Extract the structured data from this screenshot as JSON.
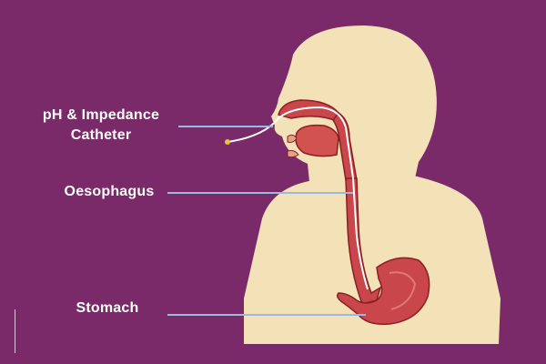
{
  "labels": {
    "catheter_line1": "pH & Impedance",
    "catheter_line2": "Catheter",
    "oesophagus": "Oesophagus",
    "stomach": "Stomach"
  },
  "colors": {
    "background": "#7a2a68",
    "body_silhouette": "#f3e1b8",
    "organ_fill": "#c9474a",
    "organ_outline": "#8a1f22",
    "pointer_line": "#9db8e0",
    "catheter_tip": "#e9c234"
  }
}
